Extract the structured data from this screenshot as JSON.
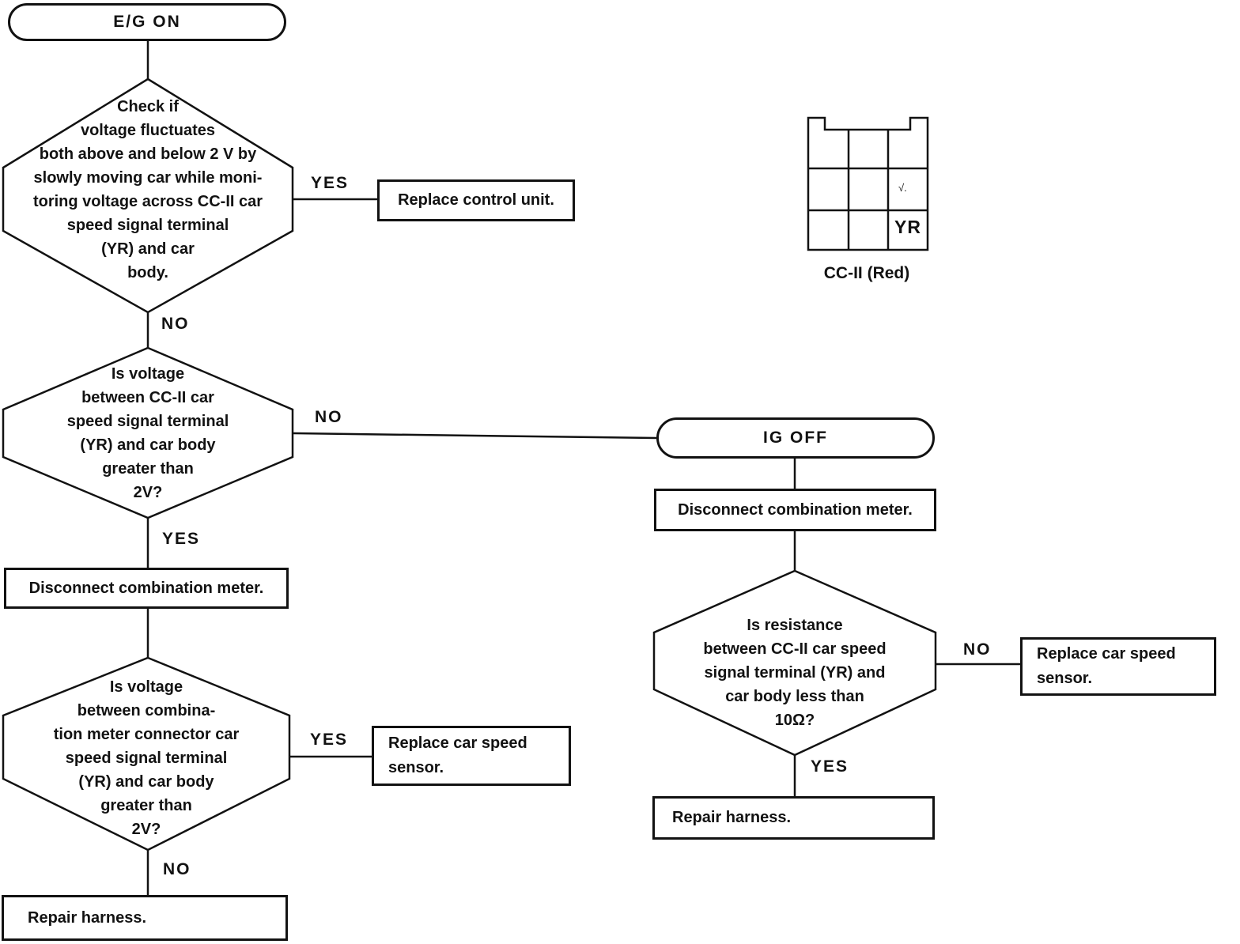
{
  "flowchart": {
    "start": {
      "label": "E/G ON"
    },
    "decision_fluctuation": {
      "text": "Check if\nvoltage fluctuates\nboth above and below 2 V by\nslowly moving car while moni-\ntoring voltage across CC-II car\nspeed signal terminal\n(YR) and car\nbody.",
      "yes_label": "YES",
      "no_label": "NO"
    },
    "process_replace_control_unit": {
      "label": "Replace control unit."
    },
    "decision_voltage_ccii": {
      "text": "Is voltage\nbetween CC-II car\nspeed signal terminal\n(YR) and car body\ngreater than\n2V?",
      "yes_label": "YES",
      "no_label": "NO"
    },
    "terminator_ig_off": {
      "label": "IG OFF"
    },
    "process_disconnect_meter_left": {
      "label": "Disconnect combination meter."
    },
    "decision_voltage_meter": {
      "text": "Is voltage\nbetween combina-\ntion meter connector car\nspeed signal terminal\n(YR) and car body\ngreater than\n2V?",
      "yes_label": "YES",
      "no_label": "NO"
    },
    "process_replace_sensor_left": {
      "label": "Replace car speed\nsensor."
    },
    "process_repair_harness_left": {
      "label": "Repair harness."
    },
    "process_disconnect_meter_right": {
      "label": "Disconnect combination meter."
    },
    "decision_resistance": {
      "text": "Is resistance\nbetween CC-II car speed\nsignal terminal (YR) and\ncar body less than\n10Ω?",
      "no_label": "NO",
      "yes_label": "YES"
    },
    "process_replace_sensor_right": {
      "label": "Replace car speed\nsensor."
    },
    "process_repair_harness_right": {
      "label": "Repair harness."
    },
    "connector_diagram": {
      "caption": "CC-II (Red)",
      "pin_label": "YR",
      "check_mark": "√."
    },
    "colors": {
      "ink": "#121212",
      "background": "#ffffff"
    }
  }
}
